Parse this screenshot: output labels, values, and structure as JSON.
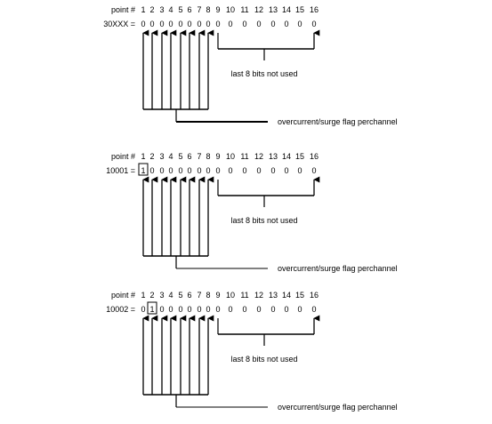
{
  "point_label": "point #",
  "point_numbers": [
    "1",
    "2",
    "3",
    "4",
    "5",
    "6",
    "7",
    "8",
    "9",
    "10",
    "11",
    "12",
    "13",
    "14",
    "15",
    "16"
  ],
  "unused_label": "last 8 bits not used",
  "flag_label": "overcurrent/surge flag perchannel",
  "registers": [
    {
      "name": "30XXX =",
      "bits": [
        "0",
        "0",
        "0",
        "0",
        "0",
        "0",
        "0",
        "0",
        "0",
        "0",
        "0",
        "0",
        "0",
        "0",
        "0",
        "0"
      ],
      "boxed_bit": null
    },
    {
      "name": "10001 =",
      "bits": [
        "1",
        "0",
        "0",
        "0",
        "0",
        "0",
        "0",
        "0",
        "0",
        "0",
        "0",
        "0",
        "0",
        "0",
        "0",
        "0"
      ],
      "boxed_bit": 1
    },
    {
      "name": "10002 =",
      "bits": [
        "0",
        "1",
        "0",
        "0",
        "0",
        "0",
        "0",
        "0",
        "0",
        "0",
        "0",
        "0",
        "0",
        "0",
        "0",
        "0"
      ],
      "boxed_bit": 2
    }
  ]
}
